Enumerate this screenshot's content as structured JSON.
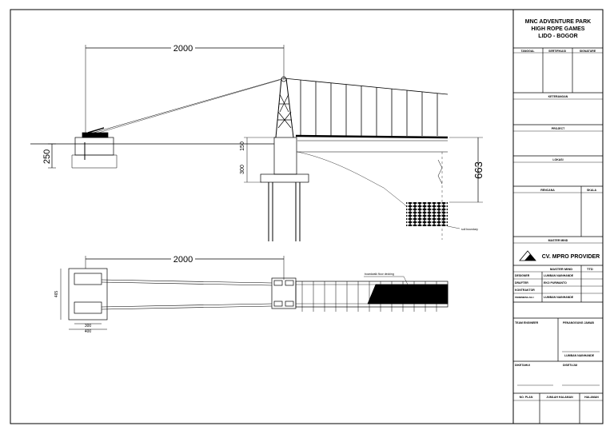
{
  "drawing": {
    "elevation_span": "2000",
    "elevation_height_left": "250",
    "elevation_height_right": "663",
    "elevation_small_150": "150",
    "elevation_small_300": "300",
    "ground_note": "soil boundary",
    "plan_span": "2000",
    "plan_width": "465",
    "plan_dim_300": "300",
    "plan_dim_400": "400",
    "plan_note": "boardwalk floor decking"
  },
  "title_block": {
    "project_title_1": "MNC ADVENTURE PARK",
    "project_title_2": "HIGH ROPE GAMES",
    "project_title_3": "LIDO - BOGOR",
    "col_tanggal": "TANGGAL",
    "col_sertifikasi": "SERTIFIKASI",
    "col_signature": "SIGNATURE",
    "keterangan": "KETERANGAN",
    "project": "PROJECT",
    "lokasi": "LOKASI",
    "rencana": "RENCANA",
    "skala": "SKALA",
    "master_mind": "MASTER MIND",
    "company": "CV. MPRO PROVIDER",
    "logo_text": "mpro",
    "mm_label": "MASTER MIND",
    "ttd": "TTD",
    "designer_label": "DESIGNER",
    "designer_name": "LUMBAN NAINHANDE",
    "drafter_label": "DRAFTER",
    "drafter_name": "EKO PURWANTO",
    "kontraktor_label": "KONTRAKTOR",
    "pembimbing_label": "PEMBIMBING AHLI",
    "pembimbing_name": "LUMBAN NAINHANDE",
    "team_engineer": "TEAM ENGINEER",
    "penanggung_jawab": "PENANGGUNG JAWAB",
    "pj_name": "LUMBAN NAINHANDE",
    "diketahui": "DIKETAHUI",
    "disetujui": "DISETUJUI",
    "no_plan": "NO. PLAN",
    "jumlah_halaman": "JUMLAH HALAMAN",
    "halaman": "HALAMAN"
  }
}
